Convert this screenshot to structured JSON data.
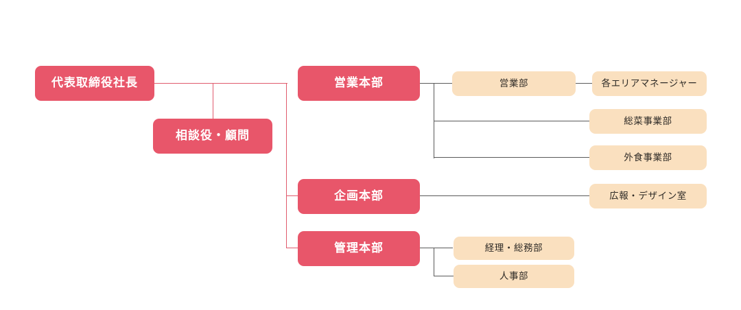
{
  "diagram": {
    "type": "organization-chart",
    "title": "",
    "colors": {
      "executive_box": "#E8566A",
      "executive_text": "#FFFFFF",
      "department_box": "#FAE0BF",
      "department_text": "#2E2A26",
      "connector_primary": "#E05A6C",
      "connector_secondary": "#595959",
      "background": "#FFFFFF"
    },
    "levels": {
      "executive": [
        {
          "id": "president",
          "label": "代表取締役社長"
        },
        {
          "id": "advisor",
          "label": "相談役・顧問"
        },
        {
          "id": "sales-hq",
          "label": "営業本部"
        },
        {
          "id": "planning-hq",
          "label": "企画本部"
        },
        {
          "id": "management-hq",
          "label": "管理本部"
        }
      ],
      "departments": [
        {
          "id": "sales-dept",
          "label": "営業部",
          "parent": "sales-hq"
        },
        {
          "id": "area-managers",
          "label": "各エリアマネージャー",
          "parent": "sales-dept"
        },
        {
          "id": "deli-business",
          "label": "総菜事業部",
          "parent": "sales-hq"
        },
        {
          "id": "food-service",
          "label": "外食事業部",
          "parent": "sales-hq"
        },
        {
          "id": "pr-design",
          "label": "広報・デザイン室",
          "parent": "planning-hq"
        },
        {
          "id": "accounting-admin",
          "label": "経理・総務部",
          "parent": "management-hq"
        },
        {
          "id": "human-resources",
          "label": "人事部",
          "parent": "management-hq"
        }
      ]
    }
  }
}
